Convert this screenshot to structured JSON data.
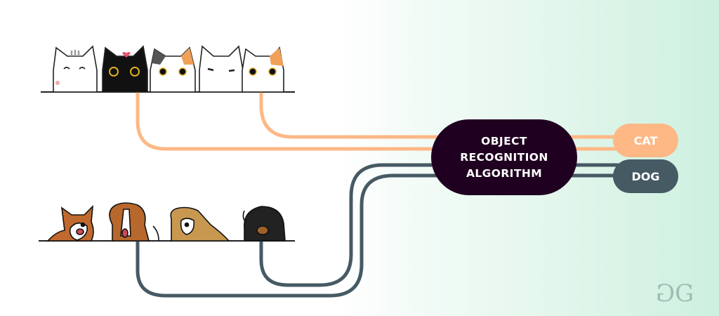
{
  "diagram": {
    "central_node": {
      "lines": [
        "OBJECT",
        "RECOGNITION",
        "ALGORITHM"
      ],
      "color": "#200020"
    },
    "outputs": [
      {
        "label": "CAT",
        "color": "#fdb886"
      },
      {
        "label": "DOG",
        "color": "#465a64"
      }
    ],
    "input_groups": [
      {
        "name": "cats",
        "count": 5,
        "items": [
          "white-tabby-cat",
          "black-cat",
          "calico-cat",
          "winking-white-cat",
          "orange-patch-cat"
        ],
        "wire_color": "#fdb886"
      },
      {
        "name": "dogs",
        "count": 4,
        "items": [
          "corgi",
          "beagle",
          "bulldog-puppy",
          "dachshund"
        ],
        "wire_color": "#465a64"
      }
    ],
    "logo": {
      "icon": "gfg-logo",
      "left": "G",
      "right": "G"
    }
  }
}
